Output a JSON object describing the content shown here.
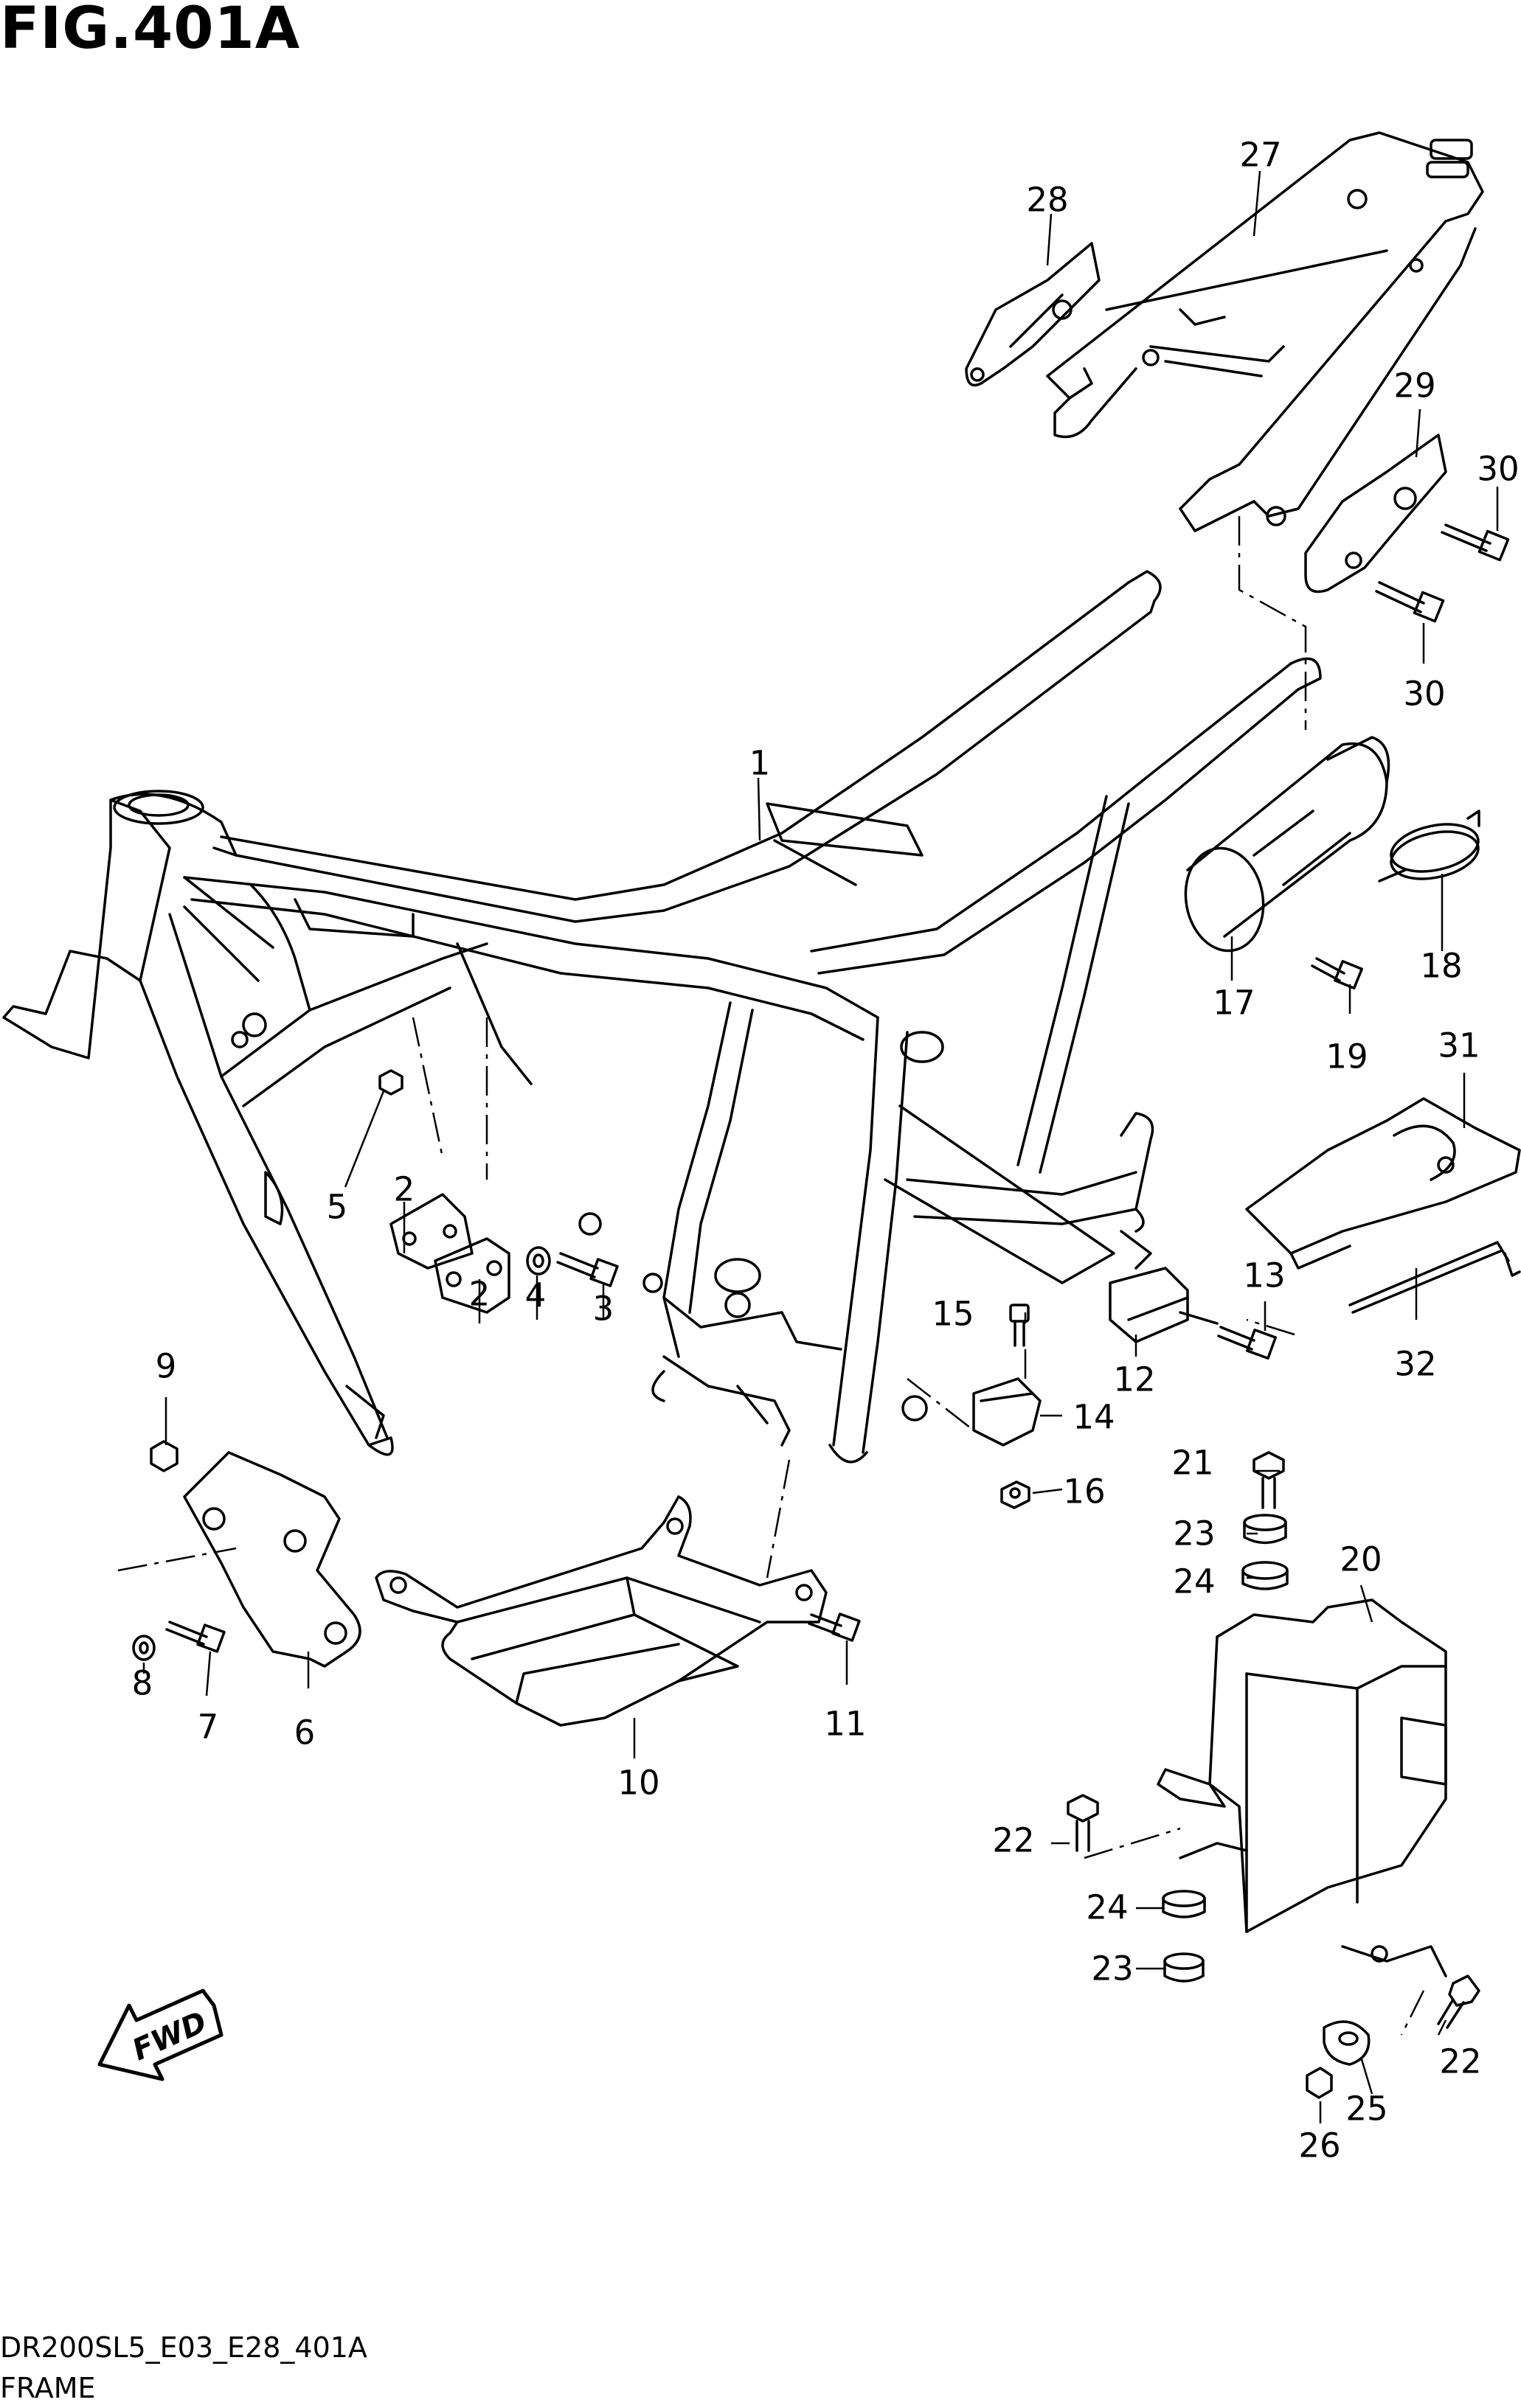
{
  "figure": {
    "title": "FIG.401A",
    "model_code": "DR200SL5_E03_E28_401A",
    "section_name": "FRAME",
    "fwd_label": "FWD"
  },
  "callouts": [
    {
      "id": "c1",
      "label": "1"
    },
    {
      "id": "c2a",
      "label": "2"
    },
    {
      "id": "c2b",
      "label": "2"
    },
    {
      "id": "c3",
      "label": "3"
    },
    {
      "id": "c4",
      "label": "4"
    },
    {
      "id": "c5",
      "label": "5"
    },
    {
      "id": "c6",
      "label": "6"
    },
    {
      "id": "c7",
      "label": "7"
    },
    {
      "id": "c8",
      "label": "8"
    },
    {
      "id": "c9",
      "label": "9"
    },
    {
      "id": "c10",
      "label": "10"
    },
    {
      "id": "c11",
      "label": "11"
    },
    {
      "id": "c12",
      "label": "12"
    },
    {
      "id": "c13",
      "label": "13"
    },
    {
      "id": "c14",
      "label": "14"
    },
    {
      "id": "c15",
      "label": "15"
    },
    {
      "id": "c16",
      "label": "16"
    },
    {
      "id": "c17",
      "label": "17"
    },
    {
      "id": "c18",
      "label": "18"
    },
    {
      "id": "c19",
      "label": "19"
    },
    {
      "id": "c20",
      "label": "20"
    },
    {
      "id": "c21",
      "label": "21"
    },
    {
      "id": "c22a",
      "label": "22"
    },
    {
      "id": "c22b",
      "label": "22"
    },
    {
      "id": "c23a",
      "label": "23"
    },
    {
      "id": "c23b",
      "label": "23"
    },
    {
      "id": "c24a",
      "label": "24"
    },
    {
      "id": "c24b",
      "label": "24"
    },
    {
      "id": "c25",
      "label": "25"
    },
    {
      "id": "c26",
      "label": "26"
    },
    {
      "id": "c27",
      "label": "27"
    },
    {
      "id": "c28",
      "label": "28"
    },
    {
      "id": "c29",
      "label": "29"
    },
    {
      "id": "c30a",
      "label": "30"
    },
    {
      "id": "c30b",
      "label": "30"
    },
    {
      "id": "c31",
      "label": "31"
    },
    {
      "id": "c32",
      "label": "32"
    }
  ]
}
